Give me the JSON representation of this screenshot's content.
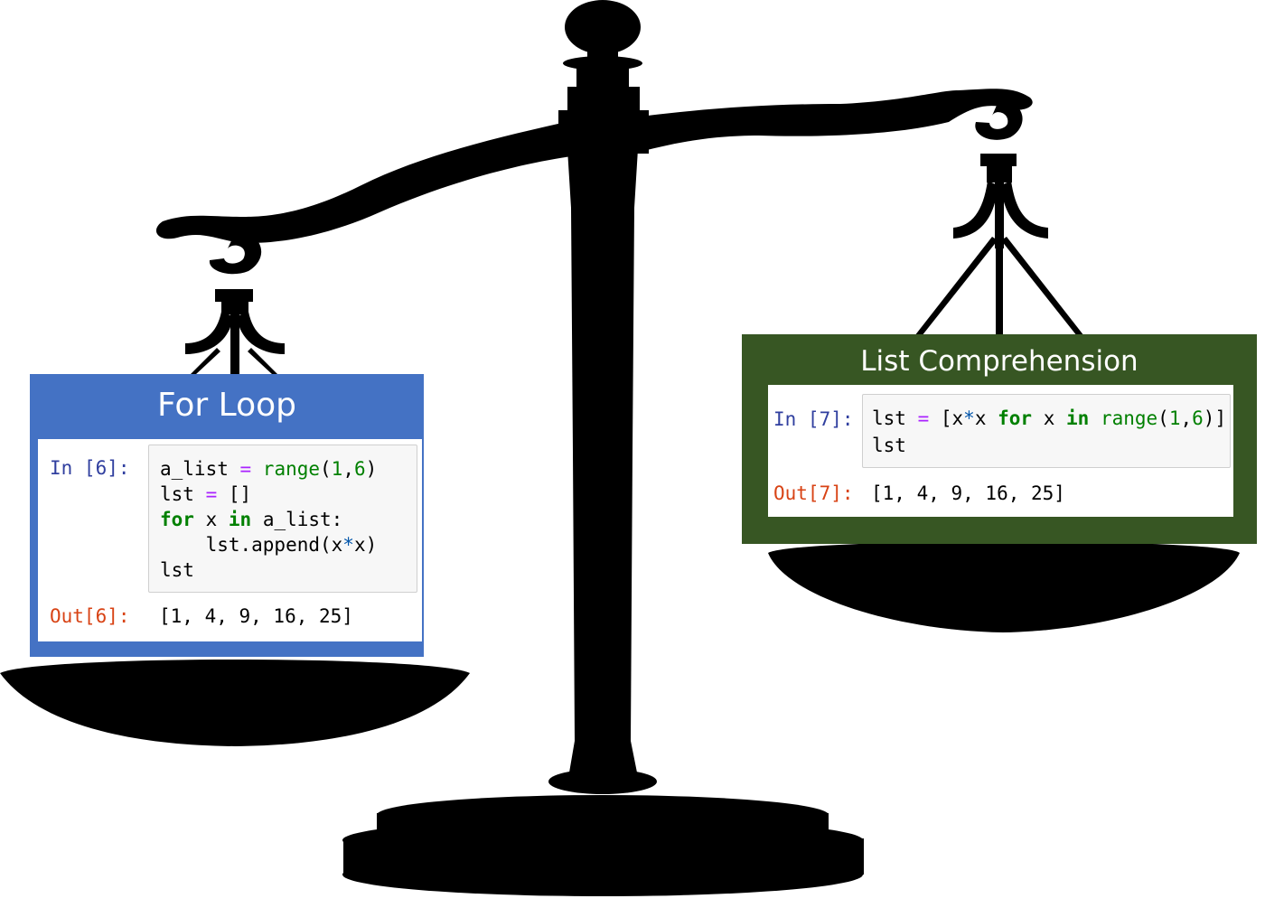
{
  "colors": {
    "silhouette": "#000000",
    "left_panel": "#4472c4",
    "right_panel": "#375623",
    "prompt_in": "#303f9f",
    "prompt_out": "#d84315",
    "keyword": "#008000",
    "operator": "#0055aa"
  },
  "left_pan": {
    "title": "For Loop",
    "in_prompt": "In [6]:",
    "code": [
      [
        "a_list",
        " = ",
        "range",
        "(",
        "1",
        ",",
        "6",
        ")"
      ],
      [
        "lst",
        " = ",
        "[]"
      ],
      [
        "for",
        " x ",
        "in",
        " a_list:"
      ],
      [
        "    lst.append(x",
        "*",
        "x)"
      ],
      [
        "lst"
      ]
    ],
    "out_prompt": "Out[6]:",
    "output": "[1, 4, 9, 16, 25]"
  },
  "right_pan": {
    "title": "List Comprehension",
    "in_prompt": "In [7]:",
    "code": [
      [
        "lst",
        " = ",
        "[x",
        "*",
        "x ",
        "for",
        " x ",
        "in",
        " ",
        "range",
        "(",
        "1",
        ",",
        "6",
        ")]"
      ],
      [
        "lst"
      ]
    ],
    "out_prompt": "Out[7]:",
    "output": "[1, 4, 9, 16, 25]"
  }
}
